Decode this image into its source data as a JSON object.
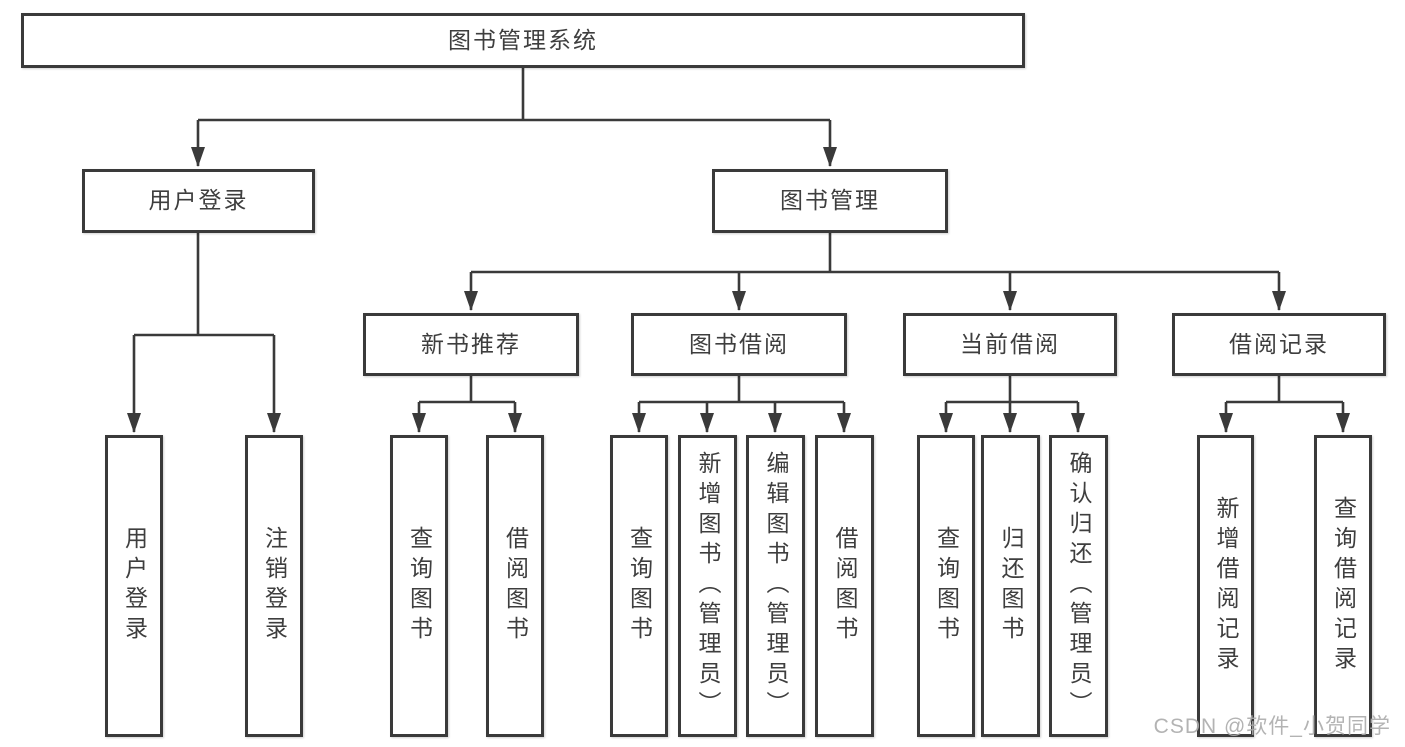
{
  "watermark": "CSDN @软件_小贺同学",
  "colors": {
    "line": "#3a3a3a",
    "box_border": "#3a3a3a",
    "text": "#3e3e3e",
    "watermark": "#adadad",
    "background": "#ffffff"
  },
  "tree": {
    "root": {
      "label": "图书管理系统",
      "children": [
        {
          "label": "用户登录",
          "children": [
            {
              "label": "用户登录"
            },
            {
              "label": "注销登录"
            }
          ]
        },
        {
          "label": "图书管理",
          "children": [
            {
              "label": "新书推荐",
              "children": [
                {
                  "label": "查询图书"
                },
                {
                  "label": "借阅图书"
                }
              ]
            },
            {
              "label": "图书借阅",
              "children": [
                {
                  "label": "查询图书"
                },
                {
                  "label": "新增图书（管理员）"
                },
                {
                  "label": "编辑图书（管理员）"
                },
                {
                  "label": "借阅图书"
                }
              ]
            },
            {
              "label": "当前借阅",
              "children": [
                {
                  "label": "查询图书"
                },
                {
                  "label": "归还图书"
                },
                {
                  "label": "确认归还（管理员）"
                }
              ]
            },
            {
              "label": "借阅记录",
              "children": [
                {
                  "label": "新增借阅记录"
                },
                {
                  "label": "查询借阅记录"
                }
              ]
            }
          ]
        }
      ]
    }
  }
}
